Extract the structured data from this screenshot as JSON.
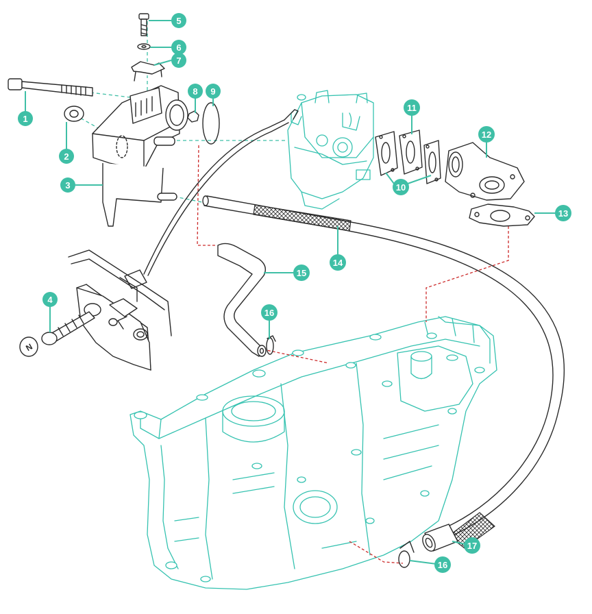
{
  "colors": {
    "callout": "#3fbfa6",
    "engine_outline": "#35c2b0",
    "part_outline": "#2a2a2a",
    "red_dash": "#cc2a2a"
  },
  "callouts": [
    {
      "label": "1"
    },
    {
      "label": "2"
    },
    {
      "label": "3"
    },
    {
      "label": "4"
    },
    {
      "label": "5"
    },
    {
      "label": "6"
    },
    {
      "label": "7"
    },
    {
      "label": "8"
    },
    {
      "label": "9"
    },
    {
      "label": "10"
    },
    {
      "label": "11"
    },
    {
      "label": "12"
    },
    {
      "label": "13"
    },
    {
      "label": "14"
    },
    {
      "label": "15"
    },
    {
      "label": "16"
    },
    {
      "label": "16"
    },
    {
      "label": "17"
    }
  ],
  "icons": {
    "knob_letter": "N"
  }
}
